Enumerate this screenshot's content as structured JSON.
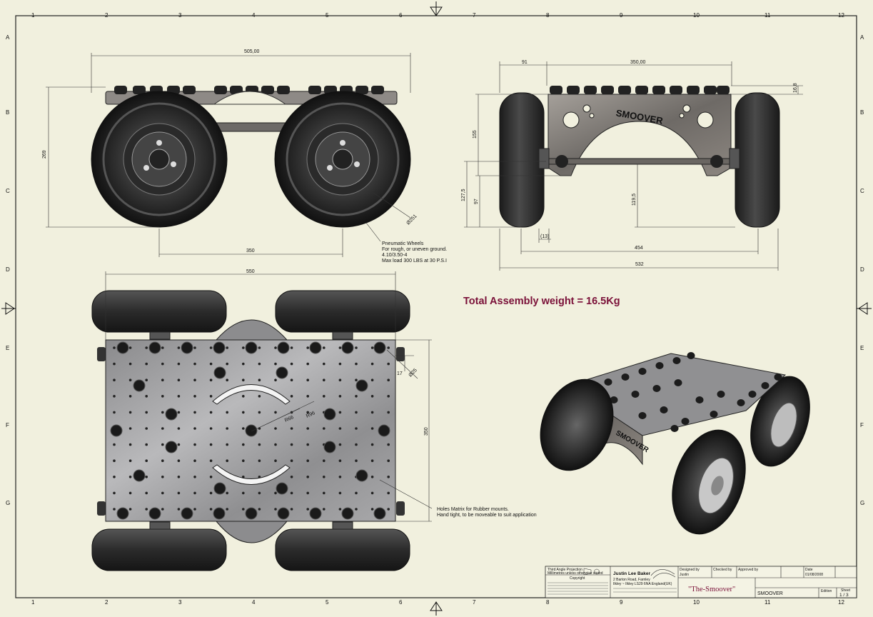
{
  "zones": {
    "columns": [
      "1",
      "2",
      "3",
      "4",
      "5",
      "6",
      "7",
      "8",
      "9",
      "10",
      "11",
      "12"
    ],
    "rows": [
      "A",
      "B",
      "C",
      "D",
      "E",
      "F",
      "G"
    ]
  },
  "front_view": {
    "dim_overall_width": "505,00",
    "dim_height": "269",
    "dim_wheel_spacing": "350",
    "dim_wheel_diameter": "Ø251"
  },
  "wheel_note": {
    "line1": "Pneumatic Wheels",
    "line2": "For rough, or uneven ground.",
    "line3": "4.10/3.50-4",
    "line4": "Max load 300 LBS at 30 P.S.I"
  },
  "side_view": {
    "dim_wheel_width": "91",
    "dim_frame_width": "350,00",
    "dim_top_height": "16,8",
    "dim_155": "155",
    "dim_127": "127,5",
    "dim_97": "97",
    "dim_119": "119,5",
    "dim_13": "(13)",
    "dim_454": "454",
    "dim_532": "532",
    "logo_text": "SMOOVER"
  },
  "top_view": {
    "dim_overall_length": "550",
    "dim_plate_width": "350",
    "dim_17": "17",
    "dim_hole": "Ø25",
    "dim_r66": "R66",
    "dim_r96": "R96"
  },
  "holes_note": {
    "line1": "Holes Matrix for Rubber mounts.",
    "line2": "Hand tight, to be moveable to suit application"
  },
  "heading": "Total Assembly weight = 16.5Kg",
  "iso_view": {
    "logo_text": "SMOOVER"
  },
  "title_block": {
    "projection_line1": "Third Angle Projection",
    "projection_line2": "Millimetres unless otherwise stated",
    "copyright_heading": "Copyright",
    "company_name": "Justin Lee Baker",
    "company_line2": "2 Barton Road, Farnley",
    "company_line3": "Ilkley ~ Ilkley LS29 6NA England(UK)",
    "designed_by_label": "Designed by",
    "designed_by": "Justin",
    "checked_by_label": "Checked by",
    "approved_by_label": "Approved by",
    "date_label": "Date",
    "date": "01/08/2008",
    "title": "\"The-Smoover\"",
    "part_name": "SMOOVER",
    "edition_label": "Edition",
    "sheet_label": "Sheet",
    "sheet": "1 / 3"
  }
}
